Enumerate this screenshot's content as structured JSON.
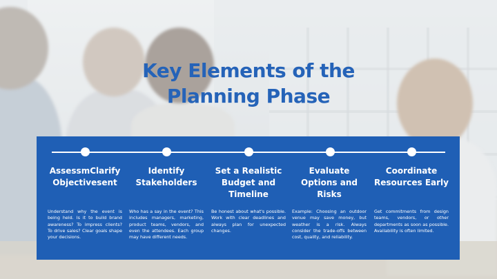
{
  "slide": {
    "title": "Key Elements of the Planning Phase",
    "accent_color": "#2563b8",
    "panel_color": "#1f5fb5",
    "steps": [
      {
        "heading": "AssessmClarify Objectivesent",
        "body": "Understand why the event is being held. Is it to build brand awareness? To impress clients? To drive sales? Clear goals shape your decisions."
      },
      {
        "heading": "Identify Stakeholders",
        "body": "Who has a say in the event? This includes managers, marketing, product teams, vendors, and even the attendees. Each group may have different needs."
      },
      {
        "heading": "Set a Realistic Budget and Timeline",
        "body": "Be honest about what's possible. Work with clear deadlines and always plan for unexpected changes."
      },
      {
        "heading": "Evaluate Options and Risks",
        "body": "Example: Choosing an outdoor venue may save money, but weather is a risk. Always consider the trade-offs between cost, quality, and reliability."
      },
      {
        "heading": "Coordinate Resources Early",
        "body": "Get commitments from design teams, vendors, or other departments as soon as possible. Availability is often limited."
      }
    ]
  }
}
